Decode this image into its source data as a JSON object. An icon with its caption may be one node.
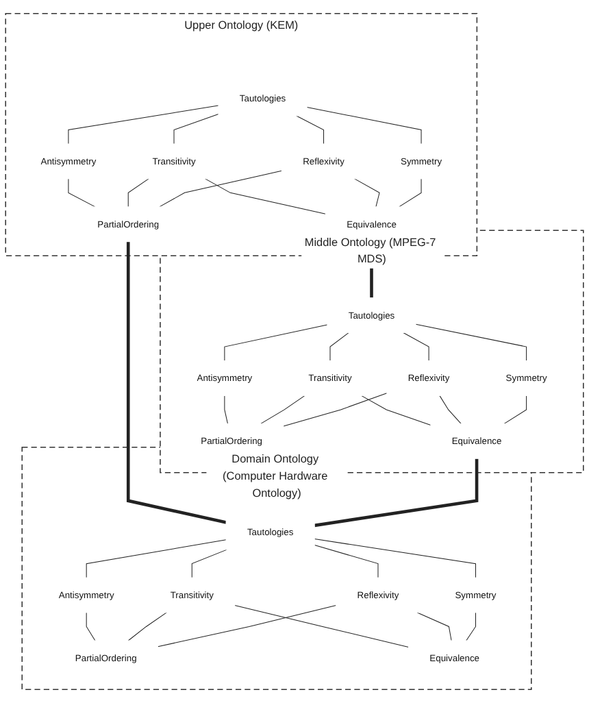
{
  "diagram": {
    "nodes": [
      {
        "text": [
          "Upper Ontology (KEM)"
        ]
      },
      {
        "text": [
          "Tautologies"
        ],
        "in": 0
      },
      {
        "text": [
          "Antisymmetry"
        ],
        "in": 0
      },
      {
        "text": [
          "Transitivity"
        ],
        "in": 0
      },
      {
        "text": [
          "Reflexivity"
        ],
        "in": 0
      },
      {
        "text": [
          "Symmetry"
        ],
        "in": 0
      },
      {
        "text": [
          "PartialOrdering"
        ],
        "in": 0
      },
      {
        "text": [
          "Equivalence"
        ],
        "in": 0
      },
      {
        "text": [
          "Middle Ontology (MPEG-7 MDS)"
        ]
      },
      {
        "text": [
          "Tautologies"
        ],
        "in": 8
      },
      {
        "text": [
          "Antisymmetry"
        ],
        "in": 8
      },
      {
        "text": [
          "Transitivity"
        ],
        "in": 8
      },
      {
        "text": [
          "Reflexivity"
        ],
        "in": 8
      },
      {
        "text": [
          "Symmetry"
        ],
        "in": 8
      },
      {
        "text": [
          "PartialOrdering"
        ],
        "in": 8
      },
      {
        "text": [
          "Equivalence"
        ],
        "in": 8
      },
      {
        "text": [
          "Domain Ontology (Computer Hardware Ontology)"
        ]
      },
      {
        "text": [
          "Tautologies"
        ],
        "in": 16
      },
      {
        "text": [
          "Antisymmetry"
        ],
        "in": 16
      },
      {
        "text": [
          "Transitivity"
        ],
        "in": 16
      },
      {
        "text": [
          "Reflexivity"
        ],
        "in": 16
      },
      {
        "text": [
          "Symmetry"
        ],
        "in": 16
      },
      {
        "text": [
          "PartialOrdering"
        ],
        "in": 16
      },
      {
        "text": [
          "Equivalence"
        ],
        "in": 16
      }
    ],
    "edges": [
      {
        "from": 1,
        "to": 2,
        "arrow": "none"
      },
      {
        "from": 1,
        "to": 3,
        "arrow": "none"
      },
      {
        "from": 1,
        "to": 4,
        "arrow": "none"
      },
      {
        "from": 1,
        "to": 5,
        "arrow": "none"
      },
      {
        "from": 2,
        "to": 6,
        "arrow": "none"
      },
      {
        "from": 3,
        "to": 6,
        "arrow": "none"
      },
      {
        "from": 4,
        "to": 6,
        "arrow": "none"
      },
      {
        "from": 3,
        "to": 7,
        "arrow": "none"
      },
      {
        "from": 4,
        "to": 7,
        "arrow": "none"
      },
      {
        "from": 5,
        "to": 7,
        "arrow": "none"
      },
      {
        "from": 9,
        "to": 10,
        "arrow": "none"
      },
      {
        "from": 9,
        "to": 11,
        "arrow": "none"
      },
      {
        "from": 9,
        "to": 12,
        "arrow": "none"
      },
      {
        "from": 9,
        "to": 13,
        "arrow": "none"
      },
      {
        "from": 10,
        "to": 14,
        "arrow": "none"
      },
      {
        "from": 11,
        "to": 14,
        "arrow": "none"
      },
      {
        "from": 12,
        "to": 14,
        "arrow": "none"
      },
      {
        "from": 11,
        "to": 15,
        "arrow": "none"
      },
      {
        "from": 12,
        "to": 15,
        "arrow": "none"
      },
      {
        "from": 13,
        "to": 15,
        "arrow": "none"
      },
      {
        "from": 17,
        "to": 18,
        "arrow": "none"
      },
      {
        "from": 17,
        "to": 19,
        "arrow": "none"
      },
      {
        "from": 17,
        "to": 20,
        "arrow": "none"
      },
      {
        "from": 17,
        "to": 21,
        "arrow": "none"
      },
      {
        "from": 18,
        "to": 22,
        "arrow": "none"
      },
      {
        "from": 19,
        "to": 22,
        "arrow": "none"
      },
      {
        "from": 20,
        "to": 22,
        "arrow": "none"
      },
      {
        "from": 19,
        "to": 23,
        "arrow": "none"
      },
      {
        "from": 20,
        "to": 23,
        "arrow": "none"
      },
      {
        "from": 21,
        "to": 23,
        "arrow": "none"
      },
      {
        "from": 6,
        "to": 17,
        "arrow": "none",
        "style": "thick"
      },
      {
        "from": 7,
        "to": 9,
        "arrow": "none",
        "style": "thick"
      },
      {
        "from": 15,
        "to": 17,
        "arrow": "none",
        "style": "thick"
      }
    ]
  }
}
